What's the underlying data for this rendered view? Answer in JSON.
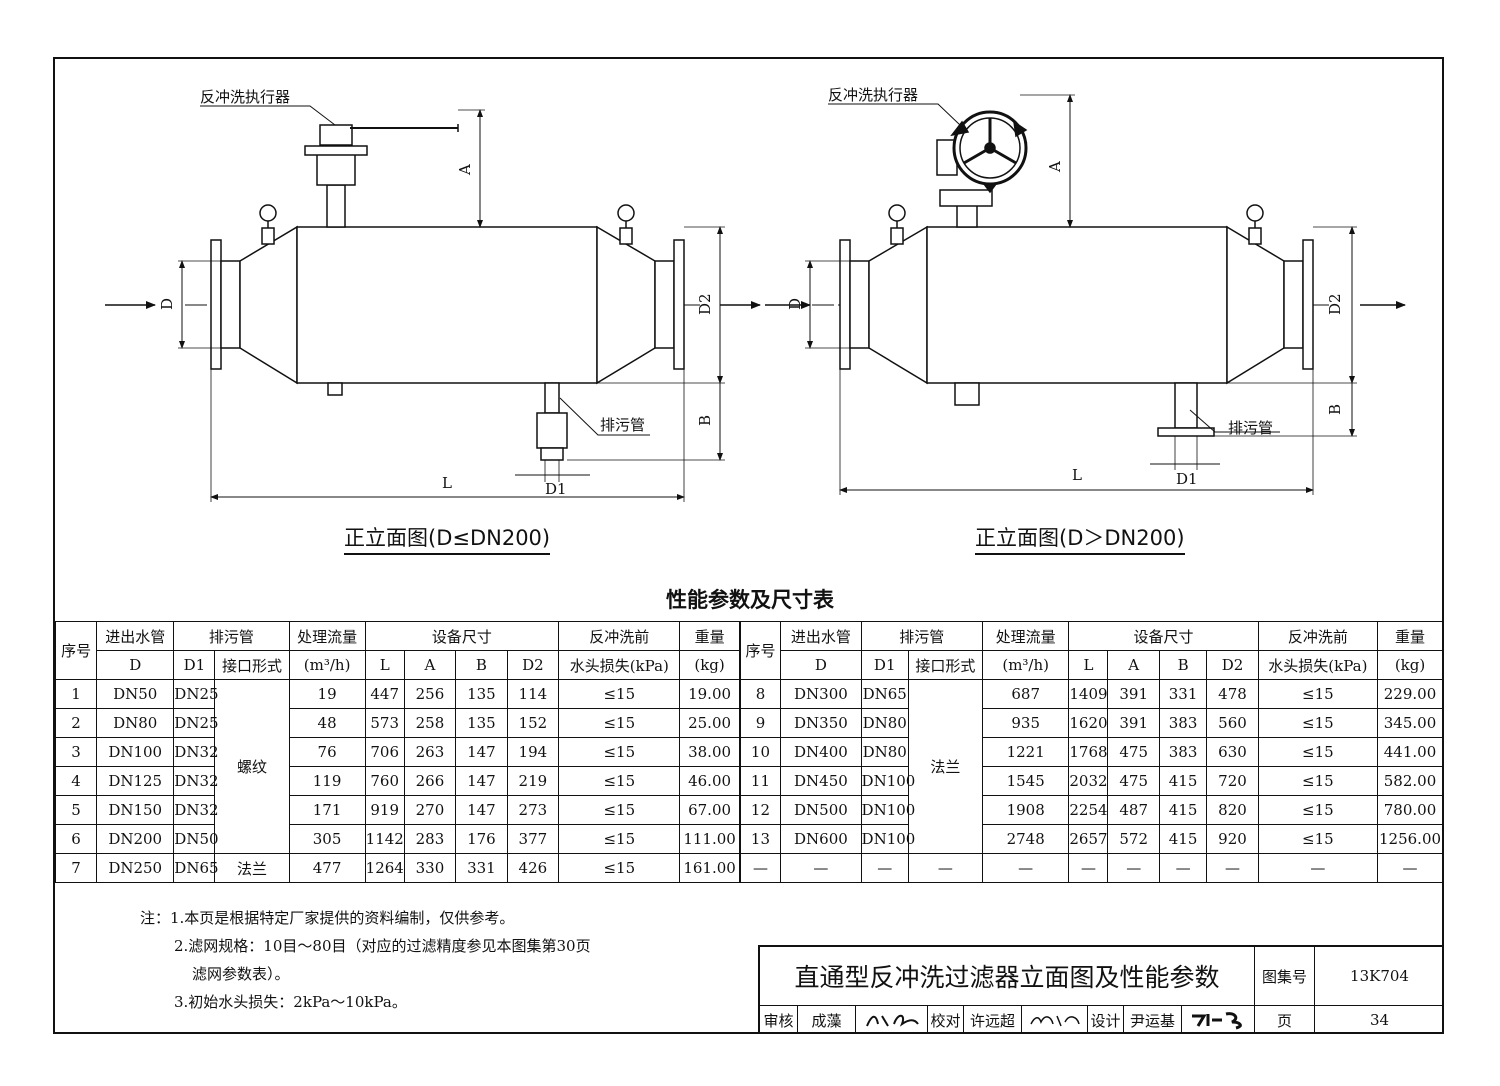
{
  "drawing_left": {
    "actuator_label": "反冲洗执行器",
    "drain_label": "排污管",
    "dims": {
      "A": "A",
      "B": "B",
      "D": "D",
      "D1": "D1",
      "D2": "D2",
      "L": "L"
    },
    "caption": "正立面图(D≤DN200)"
  },
  "drawing_right": {
    "actuator_label": "反冲洗执行器",
    "drain_label": "排污管",
    "dims": {
      "A": "A",
      "B": "B",
      "D": "D",
      "D1": "D1",
      "D2": "D2",
      "L": "L"
    },
    "caption": "正立面图(D＞DN200)"
  },
  "table": {
    "title": "性能参数及尺寸表",
    "headers": {
      "seq": "序号",
      "pipe": "进出水管",
      "pipe_d": "D",
      "drain": "排污管",
      "drain_d1": "D1",
      "drain_conn": "接口形式",
      "flow": "处理流量",
      "flow_unit": "(m³/h)",
      "dims": "设备尺寸",
      "L": "L",
      "A": "A",
      "B": "B",
      "D2": "D2",
      "loss": "反冲洗前",
      "loss_unit": "水头损失(kPa)",
      "weight": "重量",
      "weight_unit": "(kg)"
    },
    "conn_thread": "螺纹",
    "conn_flange": "法兰",
    "left_rows": [
      {
        "n": "1",
        "d": "DN50",
        "d1": "DN25",
        "flow": "19",
        "L": "447",
        "A": "256",
        "B": "135",
        "D2": "114",
        "loss": "≤15",
        "w": "19.00"
      },
      {
        "n": "2",
        "d": "DN80",
        "d1": "DN25",
        "flow": "48",
        "L": "573",
        "A": "258",
        "B": "135",
        "D2": "152",
        "loss": "≤15",
        "w": "25.00"
      },
      {
        "n": "3",
        "d": "DN100",
        "d1": "DN32",
        "flow": "76",
        "L": "706",
        "A": "263",
        "B": "147",
        "D2": "194",
        "loss": "≤15",
        "w": "38.00"
      },
      {
        "n": "4",
        "d": "DN125",
        "d1": "DN32",
        "flow": "119",
        "L": "760",
        "A": "266",
        "B": "147",
        "D2": "219",
        "loss": "≤15",
        "w": "46.00"
      },
      {
        "n": "5",
        "d": "DN150",
        "d1": "DN32",
        "flow": "171",
        "L": "919",
        "A": "270",
        "B": "147",
        "D2": "273",
        "loss": "≤15",
        "w": "67.00"
      },
      {
        "n": "6",
        "d": "DN200",
        "d1": "DN50",
        "flow": "305",
        "L": "1142",
        "A": "283",
        "B": "176",
        "D2": "377",
        "loss": "≤15",
        "w": "111.00"
      },
      {
        "n": "7",
        "d": "DN250",
        "d1": "DN65",
        "flow": "477",
        "L": "1264",
        "A": "330",
        "B": "331",
        "D2": "426",
        "loss": "≤15",
        "w": "161.00"
      }
    ],
    "right_rows": [
      {
        "n": "8",
        "d": "DN300",
        "d1": "DN65",
        "flow": "687",
        "L": "1409",
        "A": "391",
        "B": "331",
        "D2": "478",
        "loss": "≤15",
        "w": "229.00"
      },
      {
        "n": "9",
        "d": "DN350",
        "d1": "DN80",
        "flow": "935",
        "L": "1620",
        "A": "391",
        "B": "383",
        "D2": "560",
        "loss": "≤15",
        "w": "345.00"
      },
      {
        "n": "10",
        "d": "DN400",
        "d1": "DN80",
        "flow": "1221",
        "L": "1768",
        "A": "475",
        "B": "383",
        "D2": "630",
        "loss": "≤15",
        "w": "441.00"
      },
      {
        "n": "11",
        "d": "DN450",
        "d1": "DN100",
        "flow": "1545",
        "L": "2032",
        "A": "475",
        "B": "415",
        "D2": "720",
        "loss": "≤15",
        "w": "582.00"
      },
      {
        "n": "12",
        "d": "DN500",
        "d1": "DN100",
        "flow": "1908",
        "L": "2254",
        "A": "487",
        "B": "415",
        "D2": "820",
        "loss": "≤15",
        "w": "780.00"
      },
      {
        "n": "13",
        "d": "DN600",
        "d1": "DN100",
        "flow": "2748",
        "L": "2657",
        "A": "572",
        "B": "415",
        "D2": "920",
        "loss": "≤15",
        "w": "1256.00"
      }
    ],
    "dash": "—"
  },
  "notes": {
    "n1": "注：1.本页是根据特定厂家提供的资料编制，仅供参考。",
    "n2a": "2.滤网规格：10目～80目（对应的过滤精度参见本图集第30页",
    "n2b": "滤网参数表）。",
    "n3": "3.初始水头损失：2kPa～10kPa。"
  },
  "title_block": {
    "title": "直通型反冲洗过滤器立面图及性能参数",
    "atlas_label": "图集号",
    "atlas_no": "13K704",
    "review_label": "审核",
    "reviewer": "成藻",
    "check_label": "校对",
    "checker": "许远超",
    "design_label": "设计",
    "designer": "尹运基",
    "page_label": "页",
    "page_no": "34"
  }
}
